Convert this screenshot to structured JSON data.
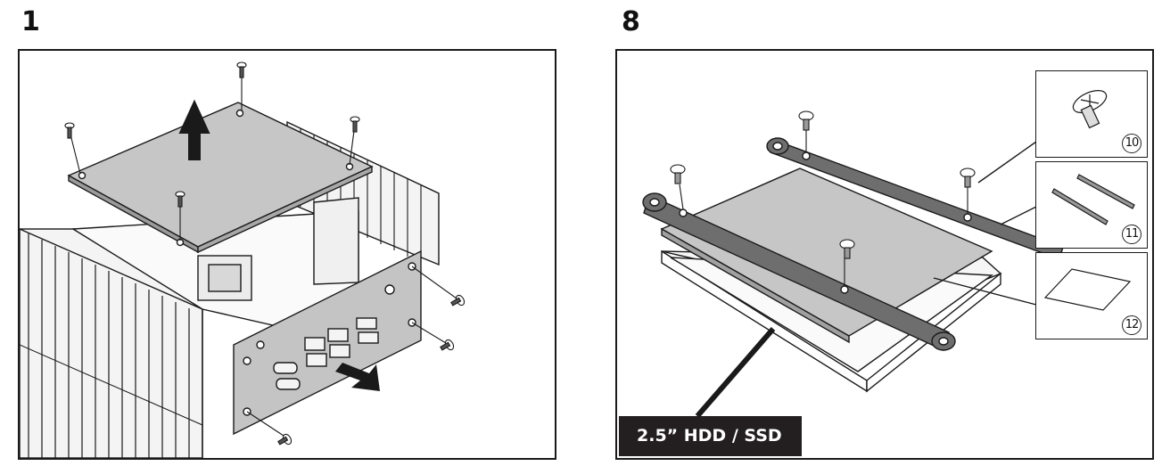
{
  "steps": [
    {
      "number": "1"
    },
    {
      "number": "8",
      "drive_label": "2.5” HDD / SSD",
      "callouts": [
        {
          "id": "10"
        },
        {
          "id": "11"
        },
        {
          "id": "12"
        }
      ]
    }
  ],
  "icons": {
    "remove_arrow": "arrow-up-icon",
    "slide_arrow": "arrow-down-right-icon",
    "screw": "screw-icon"
  },
  "colors": {
    "line": "#1a1a1a",
    "plate": "#bcbcbc",
    "bracket": "#6e6e6e",
    "label_bg": "#231f20"
  }
}
